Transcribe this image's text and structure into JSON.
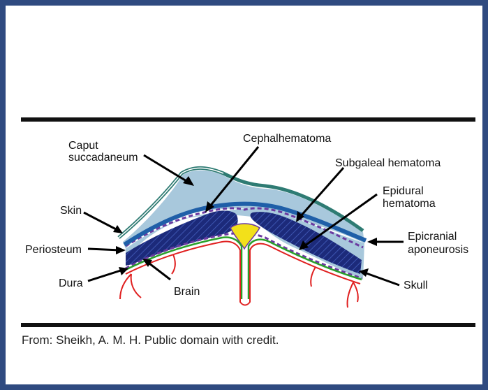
{
  "labels": {
    "caput_line1": "Caput",
    "caput_line2": "succadaneum",
    "cephalhematoma": "Cephalhematoma",
    "subgaleal": "Subgaleal hematoma",
    "epidural_line1": "Epidural",
    "epidural_line2": "hematoma",
    "skin": "Skin",
    "periosteum": "Periosteum",
    "dura": "Dura",
    "brain": "Brain",
    "epicranial_line1": "Epicranial",
    "epicranial_line2": "aponeurosis",
    "skull": "Skull"
  },
  "caption": "From: Sheikh, A. M. H. Public domain with credit.",
  "colors": {
    "frame": "#2f4a80",
    "skin": "#2e7b73",
    "aponeurosis": "#1f5fa8",
    "soft_tissue": "#a8c8dc",
    "hematoma_fill": "#1c2a7a",
    "periosteum_dash": "#6a3aa0",
    "brain": "#e02020",
    "dura": "#2aa02a",
    "sinus": "#f2e01a"
  }
}
